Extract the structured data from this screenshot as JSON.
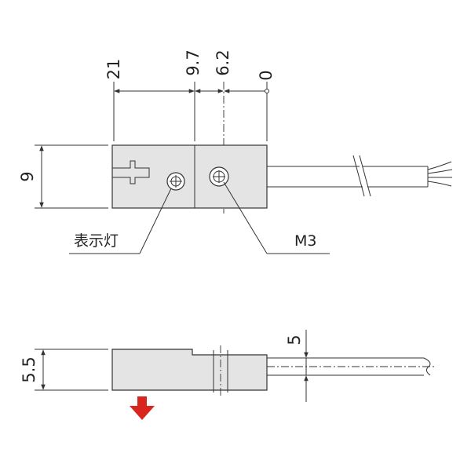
{
  "top_view": {
    "dims": {
      "left_edge": "21",
      "indicator_pos": "9.7",
      "screw_pos": "6.2",
      "origin": "0",
      "height": "9"
    },
    "callouts": {
      "indicator": "表示灯",
      "screw": "M3"
    }
  },
  "side_view": {
    "dims": {
      "height": "5.5",
      "cable": "5"
    }
  },
  "colors": {
    "body_fill": "#e4e4e4",
    "line": "#333333",
    "arrow": "#d8261f"
  }
}
